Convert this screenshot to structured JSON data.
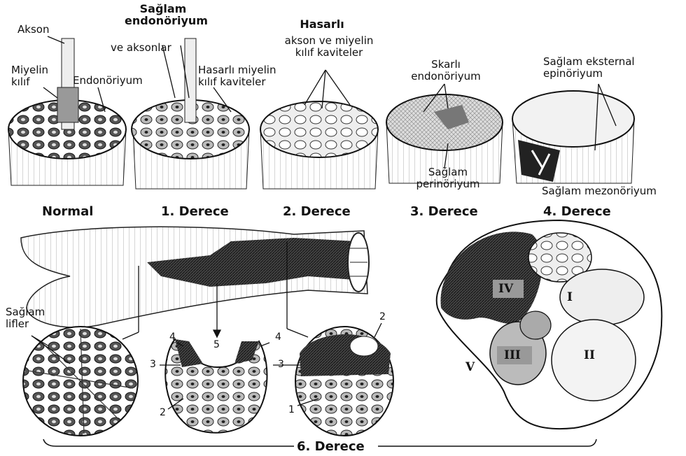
{
  "labels": {
    "akson": "Akson",
    "miyelin_kilif": "Miyelin\nkılıf",
    "endonoriyum": "Endonöriyum",
    "saglam_endo_title": "Sağlam\nendonöriyum",
    "ve_aksonlar": "ve aksonlar",
    "hasarli_miyelin": "Hasarlı miyelin\nkılıf kaviteler",
    "hasarli_title": "Hasarlı",
    "akson_ve_miyelin": "akson ve miyelin\nkılıf kaviteler",
    "skarli_endo": "Skarlı\nendonöriyum",
    "saglam_ekst": "Sağlam eksternal\nepinöriyum",
    "saglam_peri": "Sağlam\nperinöriyum",
    "saglam_mezo": "Sağlam mezonöriyum",
    "saglam_lifler": "Sağlam\nlifler"
  },
  "captions": {
    "normal": "Normal",
    "d1": "1. Derece",
    "d2": "2. Derece",
    "d3": "3. Derece",
    "d4": "4. Derece",
    "d6": "6. Derece"
  },
  "numbers": {
    "n1": "1",
    "n2a": "2",
    "n2b": "2",
    "n3a": "3",
    "n3b": "3",
    "n4a": "4",
    "n4b": "4",
    "n5": "5"
  },
  "romans": {
    "i": "I",
    "ii": "II",
    "iii": "III",
    "iv": "IV",
    "v": "V"
  }
}
